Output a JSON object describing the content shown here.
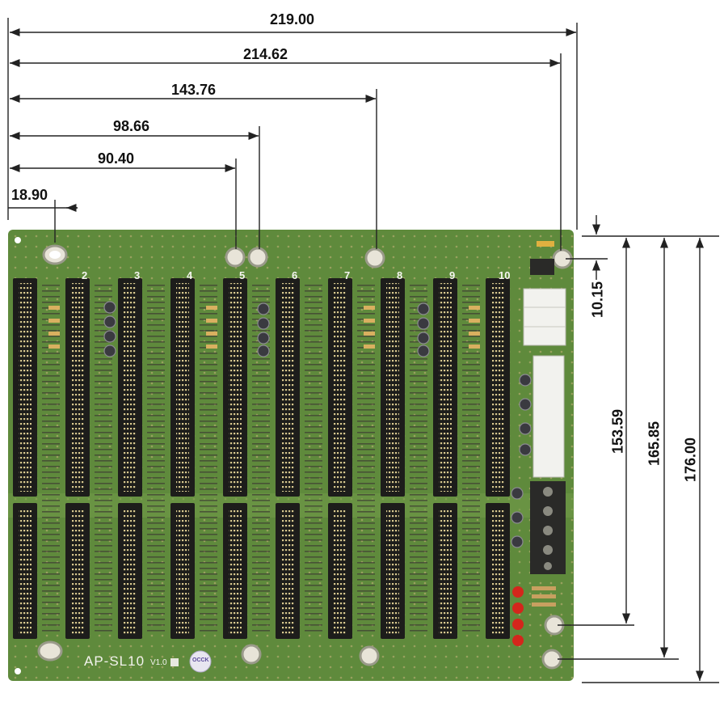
{
  "horizontal_dimensions": [
    "219.00",
    "214.62",
    "143.76",
    "98.66",
    "90.40",
    "18.90"
  ],
  "vertical_dimensions": [
    "10.15",
    "153.59",
    "165.85",
    "176.00"
  ],
  "board": {
    "model": "AP-SL10",
    "version": "V1.0",
    "logo_text": "OCCK",
    "slot_numbers": [
      "2",
      "3",
      "4",
      "5",
      "6",
      "7",
      "8",
      "9",
      "10"
    ]
  },
  "colors": {
    "pcb": "#5f8a3c",
    "slot": "#1d1d1b",
    "dimension_line": "#222222",
    "header_white": "#f2f2ee",
    "led_red": "#d4261c"
  }
}
